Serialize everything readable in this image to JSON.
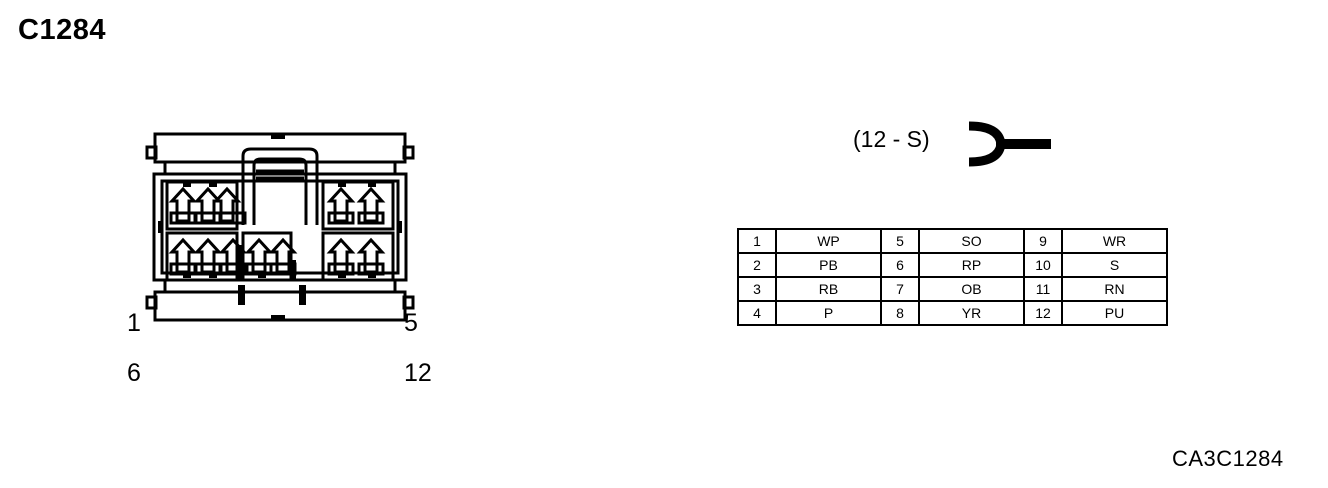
{
  "page": {
    "title": "C1284",
    "footer_code": "CA3C1284"
  },
  "connector": {
    "name": "connector-face-view",
    "pin_labels": {
      "top_left": "1",
      "bottom_left": "6",
      "top_right": "5",
      "bottom_right": "12"
    },
    "cavity_rows": {
      "top_row_count": 5,
      "bottom_row_count": 7,
      "top_left_group": 3,
      "top_right_group": 2,
      "bottom_groups": [
        3,
        2,
        2
      ]
    }
  },
  "terminal": {
    "caption": "(12 - S)",
    "symbol_name": "fork-terminal-icon"
  },
  "pin_table": {
    "columns": 3,
    "rows": [
      [
        {
          "pin": "1",
          "code": "WP"
        },
        {
          "pin": "5",
          "code": "SO"
        },
        {
          "pin": "9",
          "code": "WR"
        }
      ],
      [
        {
          "pin": "2",
          "code": "PB"
        },
        {
          "pin": "6",
          "code": "RP"
        },
        {
          "pin": "10",
          "code": "S"
        }
      ],
      [
        {
          "pin": "3",
          "code": "RB"
        },
        {
          "pin": "7",
          "code": "OB"
        },
        {
          "pin": "11",
          "code": "RN"
        }
      ],
      [
        {
          "pin": "4",
          "code": "P"
        },
        {
          "pin": "8",
          "code": "YR"
        },
        {
          "pin": "12",
          "code": "PU"
        }
      ]
    ]
  },
  "colors": {
    "ink": "#000000",
    "paper": "#ffffff"
  }
}
